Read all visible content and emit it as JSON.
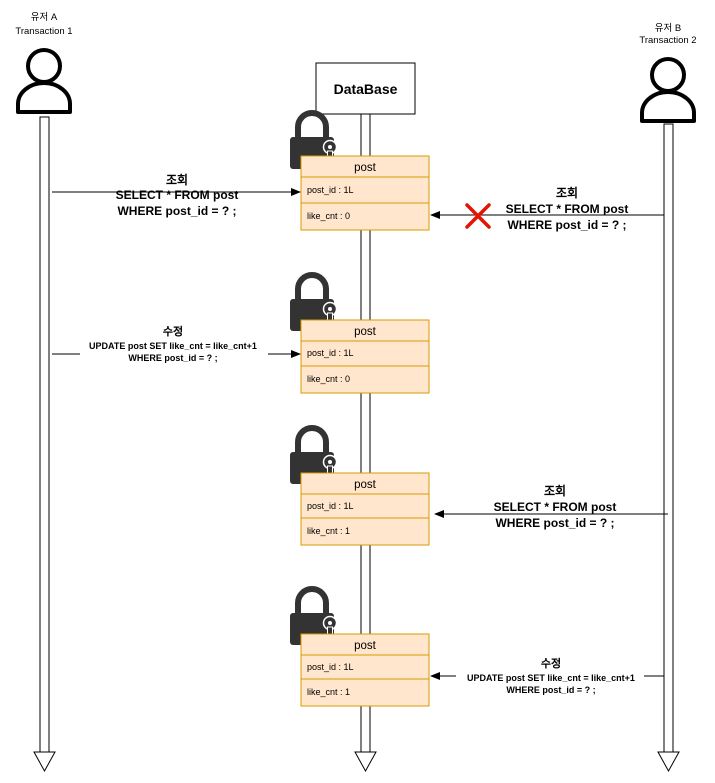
{
  "actors": {
    "user_a": {
      "name": "유저 A",
      "transaction": "Transaction 1"
    },
    "user_b": {
      "name": "유저 B",
      "transaction": "Transaction 2"
    },
    "database": {
      "name": "DataBase"
    }
  },
  "entities": [
    {
      "title": "post",
      "field_1": "post_id : 1L",
      "field_2": "like_cnt : 0"
    },
    {
      "title": "post",
      "field_1": "post_id : 1L",
      "field_2": "like_cnt : 0"
    },
    {
      "title": "post",
      "field_1": "post_id : 1L",
      "field_2": "like_cnt : 1"
    },
    {
      "title": "post",
      "field_1": "post_id : 1L",
      "field_2": "like_cnt : 1"
    }
  ],
  "messages": {
    "a_select": {
      "title": "조회",
      "line1": "SELECT * FROM post",
      "line2": "WHERE post_id = ? ;"
    },
    "b_select_blocked": {
      "title": "조회",
      "line1": "SELECT * FROM post",
      "line2": "WHERE post_id = ? ;",
      "status": "blocked"
    },
    "a_update": {
      "title": "수정",
      "line1": "UPDATE post SET like_cnt = like_cnt+1",
      "line2": "WHERE post_id = ? ;"
    },
    "b_select": {
      "title": "조회",
      "line1": "SELECT * FROM post",
      "line2": "WHERE post_id = ? ;"
    },
    "b_update": {
      "title": "수정",
      "line1": "UPDATE post SET like_cnt = like_cnt+1",
      "line2": "WHERE post_id = ? ;"
    }
  },
  "colors": {
    "entity_fill": "#ffe6cc",
    "entity_stroke": "#d79b00",
    "lock": "#333333",
    "blocked_mark": "#e51400"
  }
}
